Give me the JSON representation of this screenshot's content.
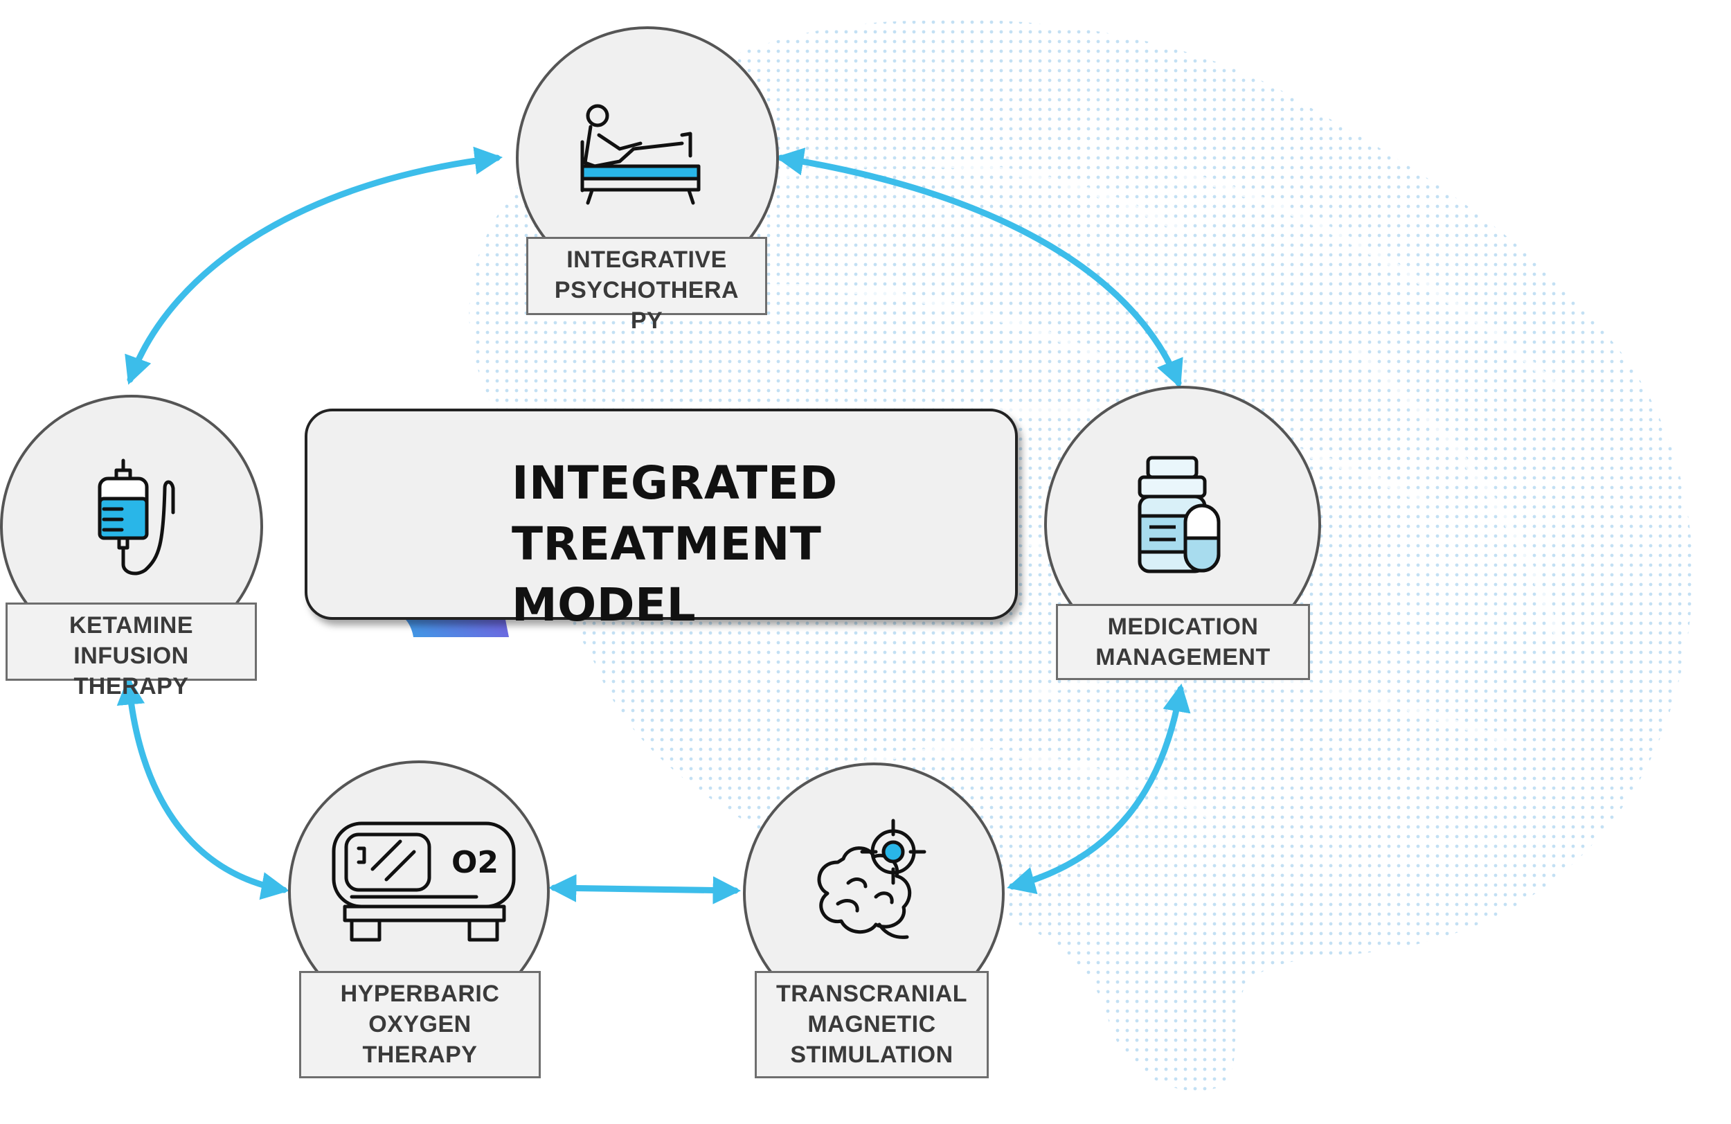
{
  "title": {
    "line1": "INTEGRATED",
    "line2": "TREATMENT MODEL"
  },
  "nodes": {
    "psychotherapy": {
      "label": [
        "INTEGRATIVE",
        "PSYCHOTHERA",
        "PY"
      ],
      "icon": "patient-couch-icon"
    },
    "medication": {
      "label": [
        "MEDICATION",
        "MANAGEMENT"
      ],
      "icon": "medicine-bottle-icon"
    },
    "tms": {
      "label": [
        "TRANSCRANIAL",
        "MAGNETIC",
        "STIMULATION"
      ],
      "icon": "brain-target-icon"
    },
    "hyperbaric": {
      "label": [
        "HYPERBARIC",
        "OXYGEN",
        "THERAPY"
      ],
      "icon": "hyperbaric-chamber-icon",
      "chamber_text": "O2"
    },
    "ketamine": {
      "label": [
        "KETAMINE",
        "INFUSION",
        "THERAPY"
      ],
      "icon": "iv-bag-icon"
    }
  },
  "colors": {
    "arrow": "#3cbdea",
    "accent_blue": "#29b6e8",
    "circle_fill": "#f0f0f0",
    "circle_stroke": "#555555",
    "brain_dots": "#bcdcf2",
    "logo_purple": "#7b3fd1"
  }
}
